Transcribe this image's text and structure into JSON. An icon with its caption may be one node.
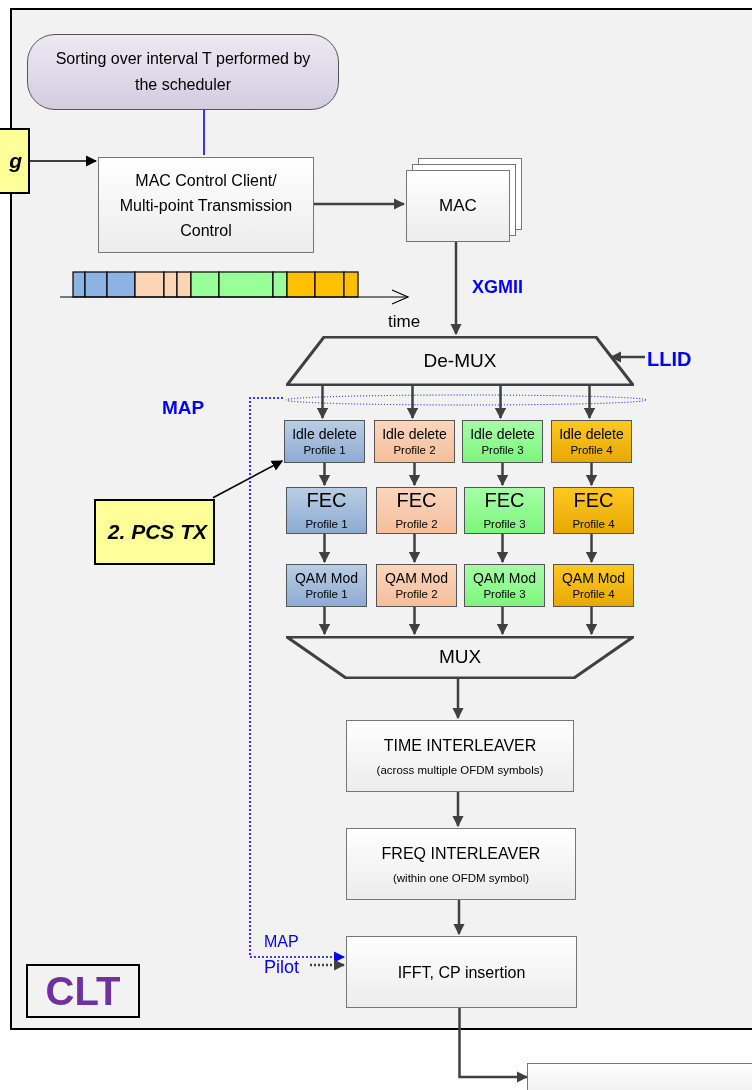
{
  "diagram": {
    "nodes": [
      {
        "text": [],
        "shape": "box"
      },
      {
        "text": [
          "Sorting over interval T performed by the scheduler"
        ],
        "in": 0
      },
      {
        "text": [
          "g"
        ]
      },
      {
        "text": [
          "MAC Control Client/ Multi-point Transmission Control"
        ],
        "in": 0
      },
      {
        "text": [
          "MAC"
        ],
        "in": 0
      },
      {
        "text": [
          "De-MUX"
        ],
        "in": 0
      },
      {
        "text": [
          "LLID"
        ],
        "in": 0
      },
      {
        "text": [
          "Idle delete",
          "Profile 1"
        ],
        "in": 0
      },
      {
        "text": [
          "Idle delete",
          "Profile 2"
        ],
        "in": 0
      },
      {
        "text": [
          "Idle delete",
          "Profile 3"
        ],
        "in": 0
      },
      {
        "text": [
          "Idle delete",
          "Profile 4"
        ],
        "in": 0
      },
      {
        "text": [
          "FEC",
          "Profile 1"
        ],
        "in": 0
      },
      {
        "text": [
          "FEC",
          "Profile 2"
        ],
        "in": 0
      },
      {
        "text": [
          "FEC",
          "Profile 3"
        ],
        "in": 0
      },
      {
        "text": [
          "FEC",
          "Profile 4"
        ],
        "in": 0
      },
      {
        "text": [
          "QAM Mod",
          "Profile 1"
        ],
        "in": 0
      },
      {
        "text": [
          "QAM Mod",
          "Profile 2"
        ],
        "in": 0
      },
      {
        "text": [
          "QAM Mod",
          "Profile 3"
        ],
        "in": 0
      },
      {
        "text": [
          "QAM Mod",
          "Profile 4"
        ],
        "in": 0
      },
      {
        "text": [
          "MUX"
        ],
        "in": 0
      },
      {
        "text": [
          "TIME INTERLEAVER",
          "(across multiple OFDM symbols)"
        ],
        "in": 0
      },
      {
        "text": [
          "FREQ INTERLEAVER",
          "(within one OFDM symbol)"
        ],
        "in": 0
      },
      {
        "text": [
          "IFFT, CP insertion"
        ],
        "in": 0
      },
      {
        "text": [
          "2. PCS TX"
        ],
        "in": 0
      },
      {
        "text": [],
        "shape": "ellipse",
        "in": 0
      },
      {
        "text": [
          "Pilot"
        ],
        "in": 0
      },
      {
        "text": [
          "CLT"
        ],
        "in": 0
      },
      {
        "text": [],
        "shape": "box"
      }
    ],
    "edges": [
      {
        "from": 1,
        "to": 3,
        "arrow": "none",
        "color": "#0000ff"
      },
      {
        "from": 2,
        "to": 3,
        "arrow": "to",
        "color": "#000000"
      },
      {
        "from": 3,
        "to": 4,
        "arrow": "to"
      },
      {
        "from": 4,
        "to": 5,
        "arrow": "to",
        "label": "XGMII"
      },
      {
        "from": 6,
        "to": 5,
        "arrow": "to"
      },
      {
        "from": 5,
        "to": 7,
        "arrow": "to"
      },
      {
        "from": 5,
        "to": 8,
        "arrow": "to"
      },
      {
        "from": 5,
        "to": 9,
        "arrow": "to"
      },
      {
        "from": 5,
        "to": 10,
        "arrow": "to"
      },
      {
        "from": 7,
        "to": 11,
        "arrow": "to"
      },
      {
        "from": 8,
        "to": 12,
        "arrow": "to"
      },
      {
        "from": 9,
        "to": 13,
        "arrow": "to"
      },
      {
        "from": 10,
        "to": 14,
        "arrow": "to"
      },
      {
        "from": 11,
        "to": 15,
        "arrow": "to"
      },
      {
        "from": 12,
        "to": 16,
        "arrow": "to"
      },
      {
        "from": 13,
        "to": 17,
        "arrow": "to"
      },
      {
        "from": 14,
        "to": 18,
        "arrow": "to"
      },
      {
        "from": 15,
        "to": 19,
        "arrow": "to"
      },
      {
        "from": 16,
        "to": 19,
        "arrow": "to"
      },
      {
        "from": 17,
        "to": 19,
        "arrow": "to"
      },
      {
        "from": 18,
        "to": 19,
        "arrow": "to"
      },
      {
        "from": 19,
        "to": 20,
        "arrow": "to"
      },
      {
        "from": 20,
        "to": 21,
        "arrow": "to"
      },
      {
        "from": 21,
        "to": 22,
        "arrow": "to"
      },
      {
        "from": 23,
        "to": 7,
        "arrow": "to",
        "color": "#000000"
      },
      {
        "from": 24,
        "to": 22,
        "arrow": "to",
        "label": "MAP",
        "style": "dashed",
        "color": "#0000ff"
      },
      {
        "from": 25,
        "to": 22,
        "arrow": "to",
        "style": "dashed"
      },
      {
        "from": 22,
        "to": 27,
        "arrow": "to"
      }
    ],
    "labels": [
      "time",
      "MAP"
    ]
  }
}
